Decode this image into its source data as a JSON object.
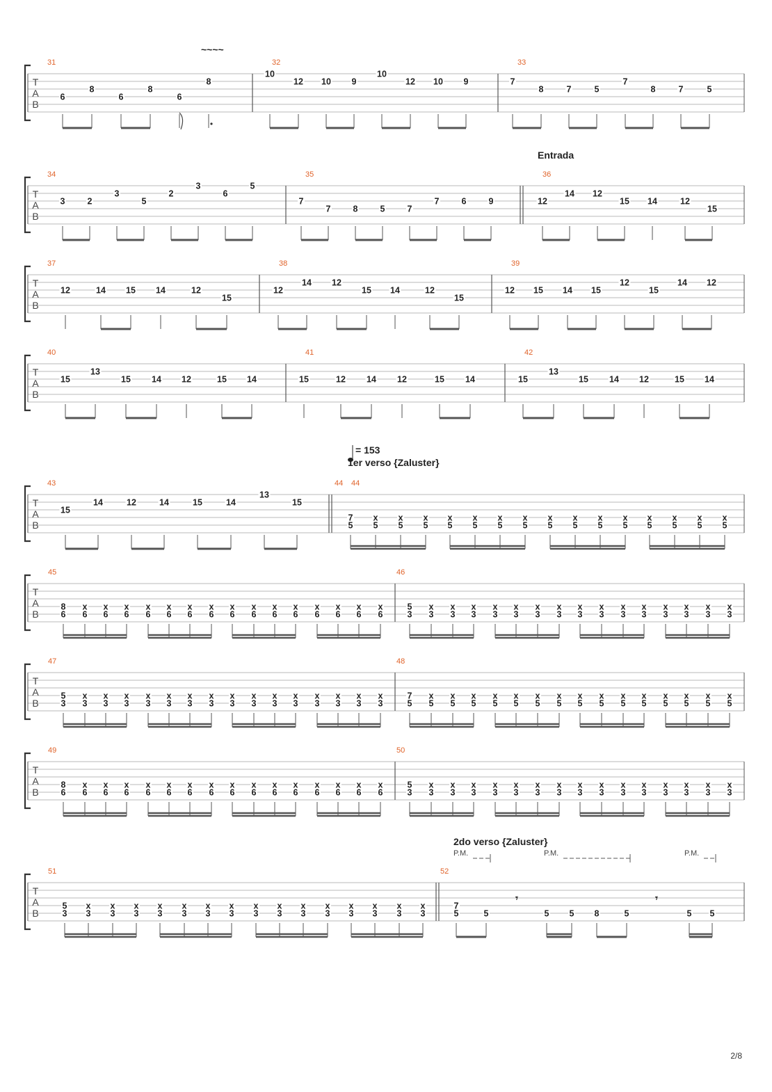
{
  "page": {
    "page_number": "2/8"
  },
  "tab_clef": [
    "T",
    "A",
    "B"
  ],
  "markings": {
    "vibrato": "~~~~",
    "tempo_label": "= 153",
    "section_entrada": "Entrada",
    "section_verse1": "1er verso {Zaluster}",
    "section_verse2": "2do verso {Zaluster}",
    "palm_mute": "P.M.",
    "eighth_rest": "𝄾"
  },
  "systems": [
    {
      "measures": [
        {
          "number": "31",
          "notes": [
            {
              "high": "",
              "low": "6"
            },
            {
              "high": "8",
              "low": ""
            },
            {
              "high": "",
              "low": "6"
            },
            {
              "high": "8",
              "low": ""
            },
            {
              "high": "",
              "low": "6"
            },
            {
              "high": "8",
              "low": ""
            }
          ]
        },
        {
          "number": "32",
          "notes": [
            {
              "high": "10",
              "low": ""
            },
            {
              "high": "12",
              "low": ""
            },
            {
              "high": "10",
              "low": ""
            },
            {
              "high": "9",
              "low": ""
            },
            {
              "high": "10",
              "low": ""
            },
            {
              "high": "12",
              "low": ""
            },
            {
              "high": "10",
              "low": ""
            },
            {
              "high": "9",
              "low": ""
            }
          ]
        },
        {
          "number": "33",
          "notes": [
            {
              "high": "7",
              "low": ""
            },
            {
              "high": "8",
              "low": ""
            },
            {
              "high": "7",
              "low": ""
            },
            {
              "high": "5",
              "low": ""
            },
            {
              "high": "7",
              "low": ""
            },
            {
              "high": "8",
              "low": ""
            },
            {
              "high": "7",
              "low": ""
            },
            {
              "high": "5",
              "low": ""
            }
          ]
        }
      ]
    },
    {
      "measures": [
        {
          "number": "34",
          "notes": [
            {
              "high": "3"
            },
            {
              "high": "2"
            },
            {
              "high": "3"
            },
            {
              "high": "5"
            },
            {
              "high": "2"
            },
            {
              "high": "3"
            },
            {
              "high": "6"
            },
            {
              "high": "5"
            }
          ]
        },
        {
          "number": "35",
          "notes": [
            {
              "high": "7"
            },
            {
              "high": "7"
            },
            {
              "high": "8"
            },
            {
              "high": "5"
            },
            {
              "high": "7"
            },
            {
              "high": "7"
            },
            {
              "high": "6"
            },
            {
              "high": "9"
            }
          ]
        },
        {
          "number": "36",
          "notes": [
            {
              "high": "12"
            },
            {
              "high": "14"
            },
            {
              "high": "12"
            },
            {
              "high": "15"
            },
            {
              "high": "14"
            },
            {
              "high": "12"
            },
            {
              "high": "15"
            }
          ]
        }
      ]
    },
    {
      "measures": [
        {
          "number": "37",
          "notes": [
            {
              "high": "12"
            },
            {
              "high": "14"
            },
            {
              "high": "15"
            },
            {
              "high": "14"
            },
            {
              "high": "12"
            },
            {
              "high": "15"
            }
          ]
        },
        {
          "number": "38",
          "notes": [
            {
              "high": "12"
            },
            {
              "high": "14"
            },
            {
              "high": "12"
            },
            {
              "high": "15"
            },
            {
              "high": "14"
            },
            {
              "high": "12"
            },
            {
              "high": "15"
            }
          ]
        },
        {
          "number": "39",
          "notes": [
            {
              "high": "12"
            },
            {
              "high": "15"
            },
            {
              "high": "14"
            },
            {
              "high": "15"
            },
            {
              "high": "12"
            },
            {
              "high": "15"
            },
            {
              "high": "14"
            },
            {
              "high": "12"
            }
          ]
        }
      ]
    },
    {
      "measures": [
        {
          "number": "40",
          "notes": [
            {
              "high": "15"
            },
            {
              "high": "13"
            },
            {
              "high": "15"
            },
            {
              "high": "14"
            },
            {
              "high": "12"
            },
            {
              "high": "15"
            },
            {
              "high": "14"
            }
          ]
        },
        {
          "number": "41",
          "notes": [
            {
              "high": "15"
            },
            {
              "high": "12"
            },
            {
              "high": "14"
            },
            {
              "high": "12"
            },
            {
              "high": "15"
            },
            {
              "high": "14"
            }
          ]
        },
        {
          "number": "42",
          "notes": [
            {
              "high": "15"
            },
            {
              "high": "13"
            },
            {
              "high": "15"
            },
            {
              "high": "14"
            },
            {
              "high": "12"
            },
            {
              "high": "15"
            },
            {
              "high": "14"
            }
          ]
        }
      ]
    },
    {
      "measures": [
        {
          "number": "43",
          "notes": [
            {
              "high": "15"
            },
            {
              "high": "14"
            },
            {
              "high": "12"
            },
            {
              "high": "14"
            },
            {
              "high": "15"
            },
            {
              "high": "14"
            },
            {
              "high": "13"
            },
            {
              "high": "15"
            }
          ]
        },
        {
          "number": "44",
          "chord_first": [
            "7",
            "5"
          ],
          "chord_rest": [
            "x",
            "5"
          ],
          "count": 16
        }
      ]
    },
    {
      "measures": [
        {
          "number": "45",
          "chord_first": [
            "8",
            "6"
          ],
          "chord_rest": [
            "x",
            "6"
          ],
          "count": 16
        },
        {
          "number": "46",
          "chord_first": [
            "5",
            "3"
          ],
          "chord_rest": [
            "x",
            "3"
          ],
          "count": 16
        }
      ]
    },
    {
      "measures": [
        {
          "number": "47",
          "chord_first": [
            "5",
            "3"
          ],
          "chord_rest": [
            "x",
            "3"
          ],
          "count": 16
        },
        {
          "number": "48",
          "chord_first": [
            "7",
            "5"
          ],
          "chord_rest": [
            "x",
            "5"
          ],
          "count": 16
        }
      ]
    },
    {
      "measures": [
        {
          "number": "49",
          "chord_first": [
            "8",
            "6"
          ],
          "chord_rest": [
            "x",
            "6"
          ],
          "count": 16
        },
        {
          "number": "50",
          "chord_first": [
            "5",
            "3"
          ],
          "chord_rest": [
            "x",
            "3"
          ],
          "count": 16
        }
      ]
    },
    {
      "measures": [
        {
          "number": "51",
          "chord_first": [
            "5",
            "3"
          ],
          "chord_rest": [
            "x",
            "3"
          ],
          "count": 16
        },
        {
          "number": "52",
          "notes": [
            {
              "chord": [
                "7",
                "5"
              ]
            },
            {
              "low": "5"
            },
            {
              "rest": true
            },
            {
              "low": "5"
            },
            {
              "low": "5"
            },
            {
              "low": "8"
            },
            {
              "low": "5"
            },
            {
              "rest": true
            },
            {
              "low": "5"
            },
            {
              "low": "5"
            }
          ]
        }
      ]
    }
  ]
}
